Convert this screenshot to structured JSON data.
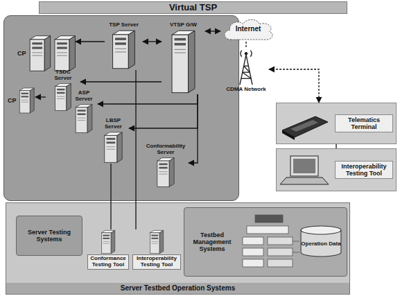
{
  "diagram": {
    "nodes": [
      {
        "text": [
          "Virtual TSP"
        ]
      },
      {
        "text": [
          "CP"
        ],
        "in": 0
      },
      {
        "text": [
          "TSP Server"
        ],
        "in": 0
      },
      {
        "text": [
          "VTSP G/W"
        ],
        "in": 0
      },
      {
        "text": [
          "CP"
        ],
        "in": 0
      },
      {
        "text": [
          "TSDC Server"
        ],
        "in": 0
      },
      {
        "text": [
          "ASP Server"
        ],
        "in": 0
      },
      {
        "text": [
          "LBSP Server"
        ],
        "in": 0
      },
      {
        "text": [
          "Conformability Server"
        ],
        "in": 0
      },
      {
        "text": [
          "Internet"
        ]
      },
      {
        "text": [
          "CDMA Network"
        ]
      },
      {
        "text": [
          "Telematics Terminal"
        ]
      },
      {
        "text": [
          "Interoperability Testing Tool"
        ]
      },
      {
        "text": [
          "Server Testbed Operation Systems"
        ]
      },
      {
        "text": [
          "Server Testing Systems"
        ],
        "in": 13
      },
      {
        "text": [
          "Conformance Testing Tool"
        ],
        "in": 13
      },
      {
        "text": [
          "Interoperability Testing Tool"
        ],
        "in": 13
      },
      {
        "text": [
          "Testbed Management Systems"
        ],
        "in": 13
      },
      {
        "text": [
          "Operation Data"
        ],
        "in": 17
      }
    ],
    "edges": [
      {
        "from": 3,
        "to": 2,
        "arrow": "both"
      },
      {
        "from": 2,
        "to": 1,
        "arrow": "to"
      },
      {
        "from": 3,
        "to": 9,
        "arrow": "both"
      },
      {
        "from": 9,
        "to": 10,
        "arrow": "none"
      },
      {
        "from": 10,
        "to": 11,
        "arrow": "both"
      },
      {
        "from": 11,
        "to": 12,
        "arrow": "none"
      },
      {
        "from": 3,
        "to": 5,
        "arrow": "to"
      },
      {
        "from": 3,
        "to": 6,
        "arrow": "to"
      },
      {
        "from": 3,
        "to": 7,
        "arrow": "to"
      },
      {
        "from": 3,
        "to": 8,
        "arrow": "to"
      },
      {
        "from": 5,
        "to": 4,
        "arrow": "to"
      },
      {
        "from": 7,
        "to": 15,
        "arrow": "none"
      },
      {
        "from": 2,
        "to": 16,
        "arrow": "none"
      }
    ]
  }
}
